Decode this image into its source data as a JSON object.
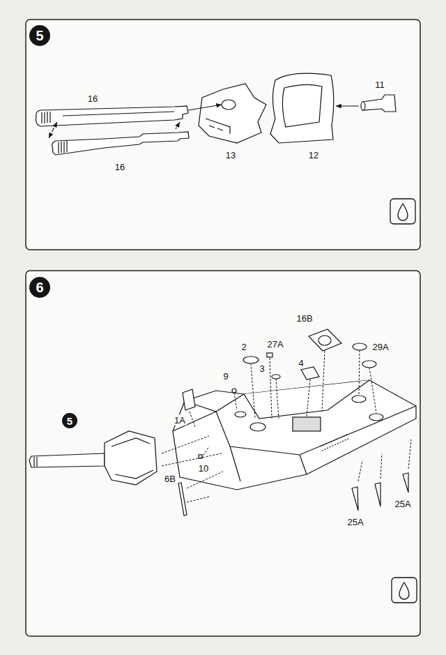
{
  "diagram": {
    "nodes": [
      {
        "text": [
          "5"
        ]
      },
      {
        "text": [
          "6"
        ]
      },
      {
        "text": [
          "5"
        ]
      }
    ],
    "labels": [
      "16",
      "16",
      "13",
      "12",
      "11",
      "16B",
      "2",
      "27A",
      "29A",
      "3",
      "4",
      "9",
      "1A",
      "10",
      "6B",
      "25A",
      "25A"
    ]
  }
}
